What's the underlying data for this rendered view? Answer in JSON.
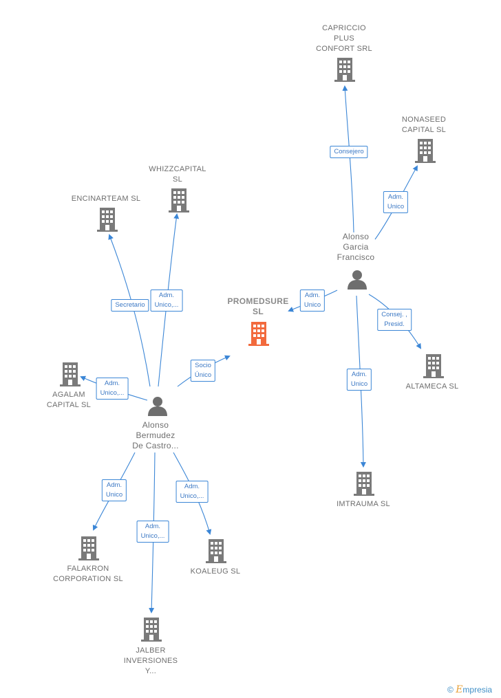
{
  "nodes": {
    "promedsure": {
      "label": "PROMEDSURE\nSL"
    },
    "capriccio": {
      "label": "CAPRICCIO\nPLUS\nCONFORT SRL"
    },
    "nonaseed": {
      "label": "NONASEED\nCAPITAL  SL"
    },
    "alonso_garcia": {
      "label": "Alonso\nGarcia\nFrancisco"
    },
    "altameca": {
      "label": "ALTAMECA SL"
    },
    "imtrauma": {
      "label": "IMTRAUMA SL"
    },
    "whizzcapital": {
      "label": "WHIZZCAPITAL\nSL"
    },
    "encinarteam": {
      "label": "ENCINARTEAM SL"
    },
    "agalam": {
      "label": "AGALAM\nCAPITAL  SL"
    },
    "alonso_bermudez": {
      "label": "Alonso\nBermudez\nDe Castro..."
    },
    "falakron": {
      "label": "FALAKRON\nCORPORATION SL"
    },
    "koaleug": {
      "label": "KOALEUG  SL"
    },
    "jalber": {
      "label": "JALBER\nINVERSIONES\nY..."
    }
  },
  "edges": {
    "consejero": "Consejero",
    "adm_unico_nonaseed": "Adm.\nUnico",
    "adm_unico_promedsure": "Adm.\nUnico",
    "consej_presid": "Consej. ,\nPresid.",
    "adm_unico_imtrauma": "Adm.\nUnico",
    "socio_unico": "Socio\nÚnico",
    "secretario": "Secretario",
    "adm_unico_whizz": "Adm.\nUnico,...",
    "adm_unico_agalam": "Adm.\nUnico,...",
    "adm_unico_falakron": "Adm.\nUnico",
    "adm_unico_jalber": "Adm.\nUnico,...",
    "adm_unico_koaleug": "Adm.\nUnico,..."
  },
  "colors": {
    "edge": "#3b86d6",
    "building": "#7a7a7a",
    "highlight": "#f26a3d",
    "person": "#6e6e6e"
  },
  "brand": {
    "copyright": "©",
    "initial": "E",
    "rest": "mpresia"
  }
}
